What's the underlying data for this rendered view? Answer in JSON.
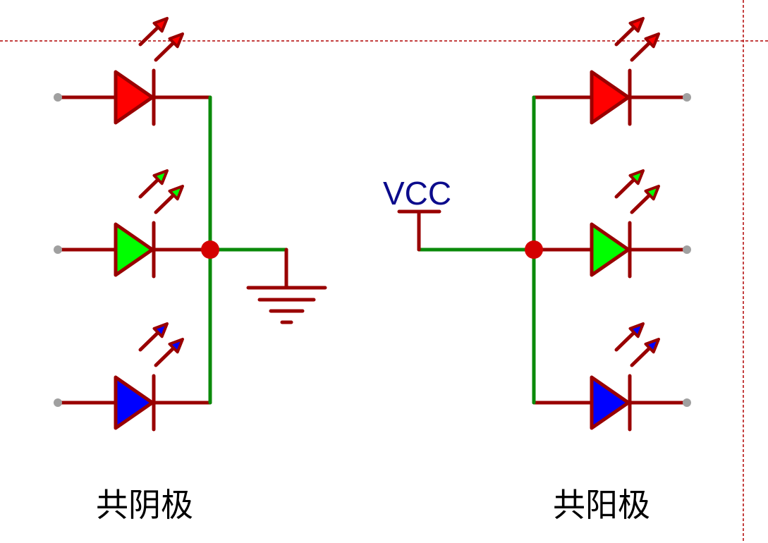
{
  "diagram": {
    "title": "RGB LED common cathode vs common anode",
    "colors": {
      "component_stroke": "#990000",
      "wire": "#0a8a0a",
      "junction": "#d40000",
      "pin": "#a0a0a0",
      "guide": "#b00000",
      "vcc_text": "#0b0b8c",
      "led_red": "#ff0000",
      "led_green": "#00ff00",
      "led_blue": "#0000ff"
    },
    "left_circuit": {
      "label": "共阴极",
      "description": "common cathode",
      "leds": [
        {
          "name": "red-led",
          "color": "red"
        },
        {
          "name": "green-led",
          "color": "green"
        },
        {
          "name": "blue-led",
          "color": "blue"
        }
      ],
      "common_terminal": "ground"
    },
    "right_circuit": {
      "label": "共阳极",
      "description": "common anode",
      "leds": [
        {
          "name": "red-led",
          "color": "red"
        },
        {
          "name": "green-led",
          "color": "green"
        },
        {
          "name": "blue-led",
          "color": "blue"
        }
      ],
      "common_terminal": "VCC",
      "power_label": "VCC"
    }
  }
}
